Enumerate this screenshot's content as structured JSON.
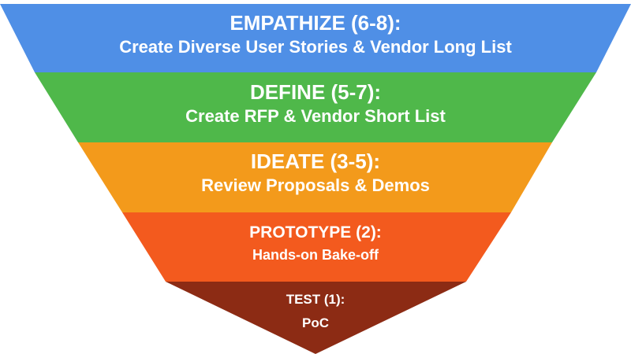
{
  "levels": [
    {
      "title": "EMPATHIZE (6-8):",
      "subtitle": "Create Diverse User Stories & Vendor Long List",
      "color": "#4f8fe6"
    },
    {
      "title": "DEFINE (5-7):",
      "subtitle": "Create RFP & Vendor Short List",
      "color": "#4fb84a"
    },
    {
      "title": "IDEATE (3-5):",
      "subtitle": "Review Proposals & Demos",
      "color": "#f39a1b"
    },
    {
      "title": "PROTOTYPE (2):",
      "subtitle": "Hands-on Bake-off",
      "color": "#f35a1e"
    },
    {
      "title": "TEST (1):",
      "subtitle": "PoC",
      "color": "#8c2b14"
    }
  ]
}
